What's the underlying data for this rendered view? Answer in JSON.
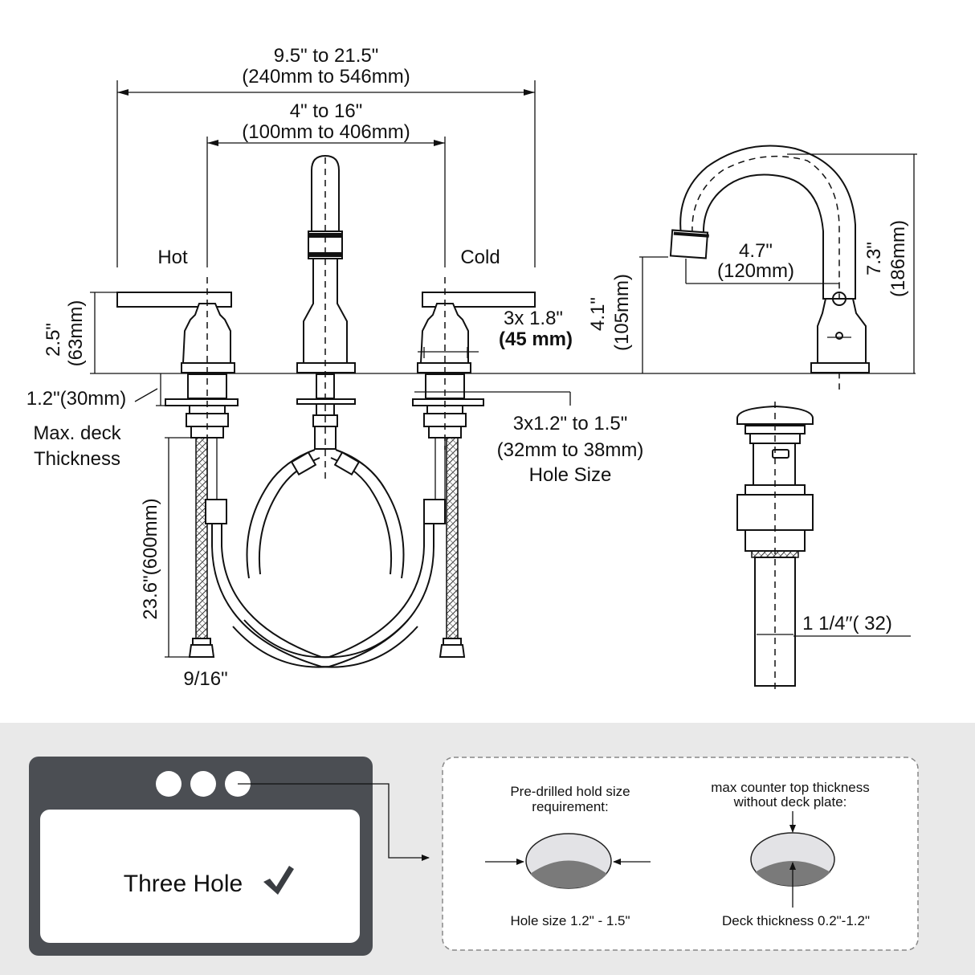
{
  "dims": {
    "overall_width": "9.5\" to 21.5\"",
    "overall_width_mm": "(240mm to 546mm)",
    "center_spread": "4\" to 16\"",
    "center_spread_mm": "(100mm to 406mm)",
    "hot": "Hot",
    "cold": "Cold",
    "handle_height": "2.5\"",
    "handle_height_mm": "(63mm)",
    "handle_base": "3x 1.8\"",
    "handle_base_mm": "(45 mm)",
    "deck_thickness": "1.2\"(30mm)",
    "deck_label_1": "Max. deck",
    "deck_label_2": "Thickness",
    "hole_size": "3x1.2\" to 1.5\"",
    "hole_size_mm": "(32mm to 38mm)",
    "hole_size_label": "Hole Size",
    "hose_length": "23.6\"(600mm)",
    "hose_fitting": "9/16\"",
    "spout_height": "4.1\"",
    "spout_height_mm": "(105mm)",
    "spout_reach": "4.7\"",
    "spout_reach_mm": "(120mm)",
    "faucet_height": "7.3\"",
    "faucet_height_mm": "(186mm)",
    "drain_size": "1 1/4′′( 32)"
  },
  "bottom": {
    "three_hole": "Three Hole",
    "predrilled_1": "Pre-drilled hold size",
    "predrilled_2": "requirement:",
    "hole_range": "Hole size 1.2\" - 1.5\"",
    "counter_1": "max counter top thickness",
    "counter_2": "without deck plate:",
    "deck_range": "Deck thickness 0.2\"-1.2\""
  },
  "colors": {
    "panel_bg": "#e9e9e9",
    "sink_frame": "#4b4e53",
    "check": "#3a3d42",
    "hole_fill": "#e3e3e6",
    "hole_shade": "#7a7a7a"
  },
  "icons": [
    "check-icon",
    "arrow-icon"
  ]
}
